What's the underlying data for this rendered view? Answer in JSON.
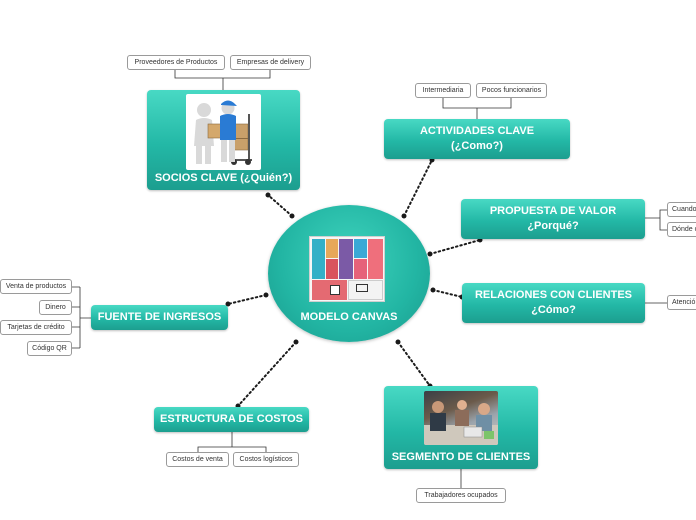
{
  "central": {
    "title": "MODELO CANVAS"
  },
  "branches": {
    "socios": {
      "title": "SOCIOS CLAVE (¿Quién?)",
      "leaves": [
        "Proveedores de Productos",
        "Empresas de delivery"
      ]
    },
    "actividades": {
      "line1": "ACTIVIDADES CLAVE",
      "line2": "(¿Como?)",
      "leaves": [
        "Intermediaria",
        "Pocos funcionarios"
      ]
    },
    "propuesta": {
      "line1": "PROPUESTA DE VALOR",
      "line2": "¿Porqué?",
      "leaves": [
        "Cuando",
        "Dónde c"
      ]
    },
    "relaciones": {
      "line1": "RELACIONES CON CLIENTES",
      "line2": "¿Cómo?",
      "leaves": [
        "Atenció"
      ]
    },
    "segmento": {
      "title": "SEGMENTO DE CLIENTES",
      "leaves": [
        "Trabajadores ocupados"
      ]
    },
    "costos": {
      "title": "ESTRUCTURA DE COSTOS",
      "leaves": [
        "Costos de venta",
        "Costos logísticos"
      ]
    },
    "ingresos": {
      "title": "FUENTE DE INGRESOS",
      "leaves": [
        "Venta de productos",
        "Dinero",
        "Tarjetas de crédito",
        "Código QR"
      ]
    }
  },
  "colors": {
    "topic": "#23b8a6",
    "topic_light": "#48d9c4",
    "connector": "#1a1a1a",
    "leaf_border": "#9a9a9a"
  },
  "icons": [
    "business-model-canvas-icon",
    "delivery-handover-image",
    "office-meeting-photo"
  ]
}
